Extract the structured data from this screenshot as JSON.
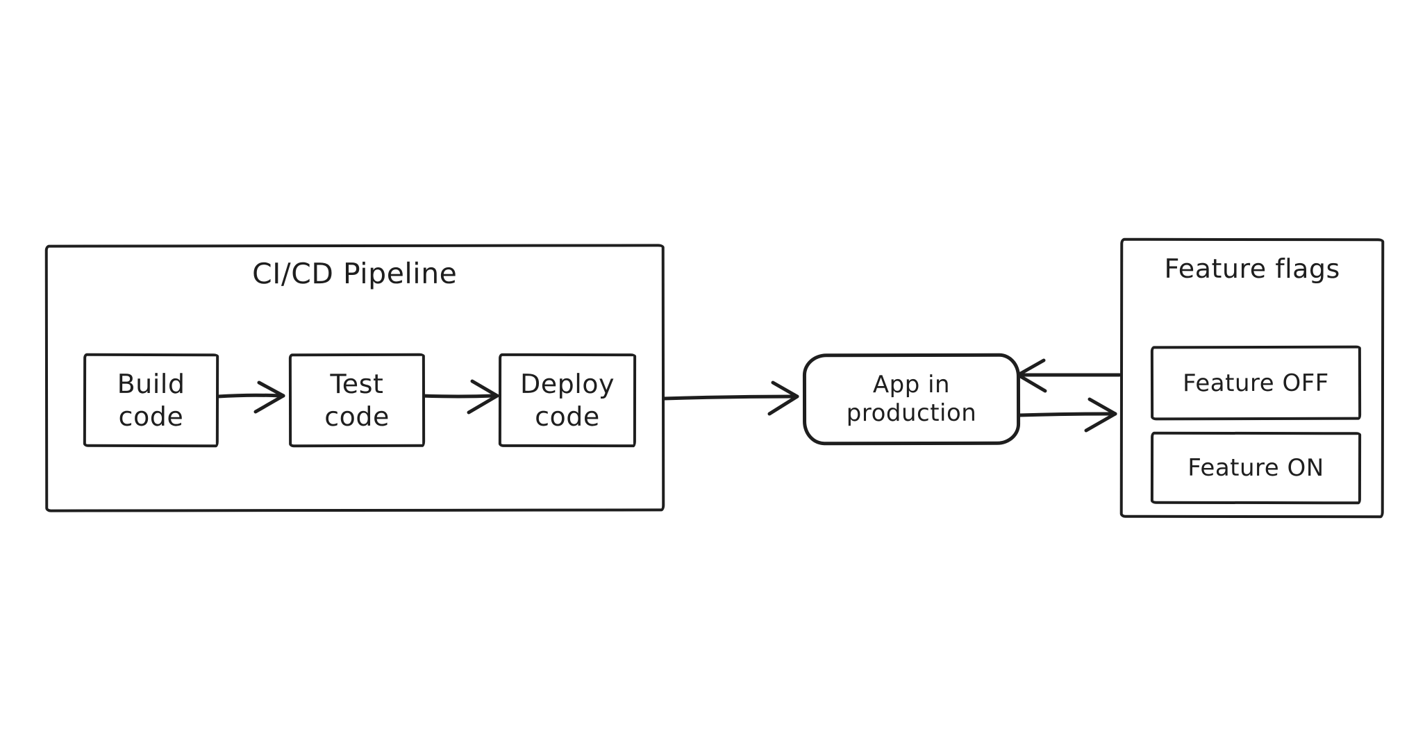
{
  "canvas": {
    "background": "#ffffff",
    "stroke_color": "#1e1e1e"
  },
  "pipeline": {
    "title": "CI/CD Pipeline",
    "steps": [
      {
        "id": "build-code",
        "label": "Build\ncode"
      },
      {
        "id": "test-code",
        "label": "Test\ncode"
      },
      {
        "id": "deploy-code",
        "label": "Deploy\ncode"
      }
    ]
  },
  "app": {
    "id": "app-in-production",
    "label": "App in\nproduction"
  },
  "feature_flags": {
    "title": "Feature flags",
    "items": [
      {
        "id": "feature-off",
        "label": "Feature OFF"
      },
      {
        "id": "feature-on",
        "label": "Feature ON"
      }
    ]
  },
  "edges": [
    {
      "from": "build-code",
      "to": "test-code"
    },
    {
      "from": "test-code",
      "to": "deploy-code"
    },
    {
      "from": "deploy-code",
      "to": "app-in-production"
    },
    {
      "from": "feature-flags",
      "to": "app-in-production"
    },
    {
      "from": "app-in-production",
      "to": "feature-flags"
    }
  ]
}
